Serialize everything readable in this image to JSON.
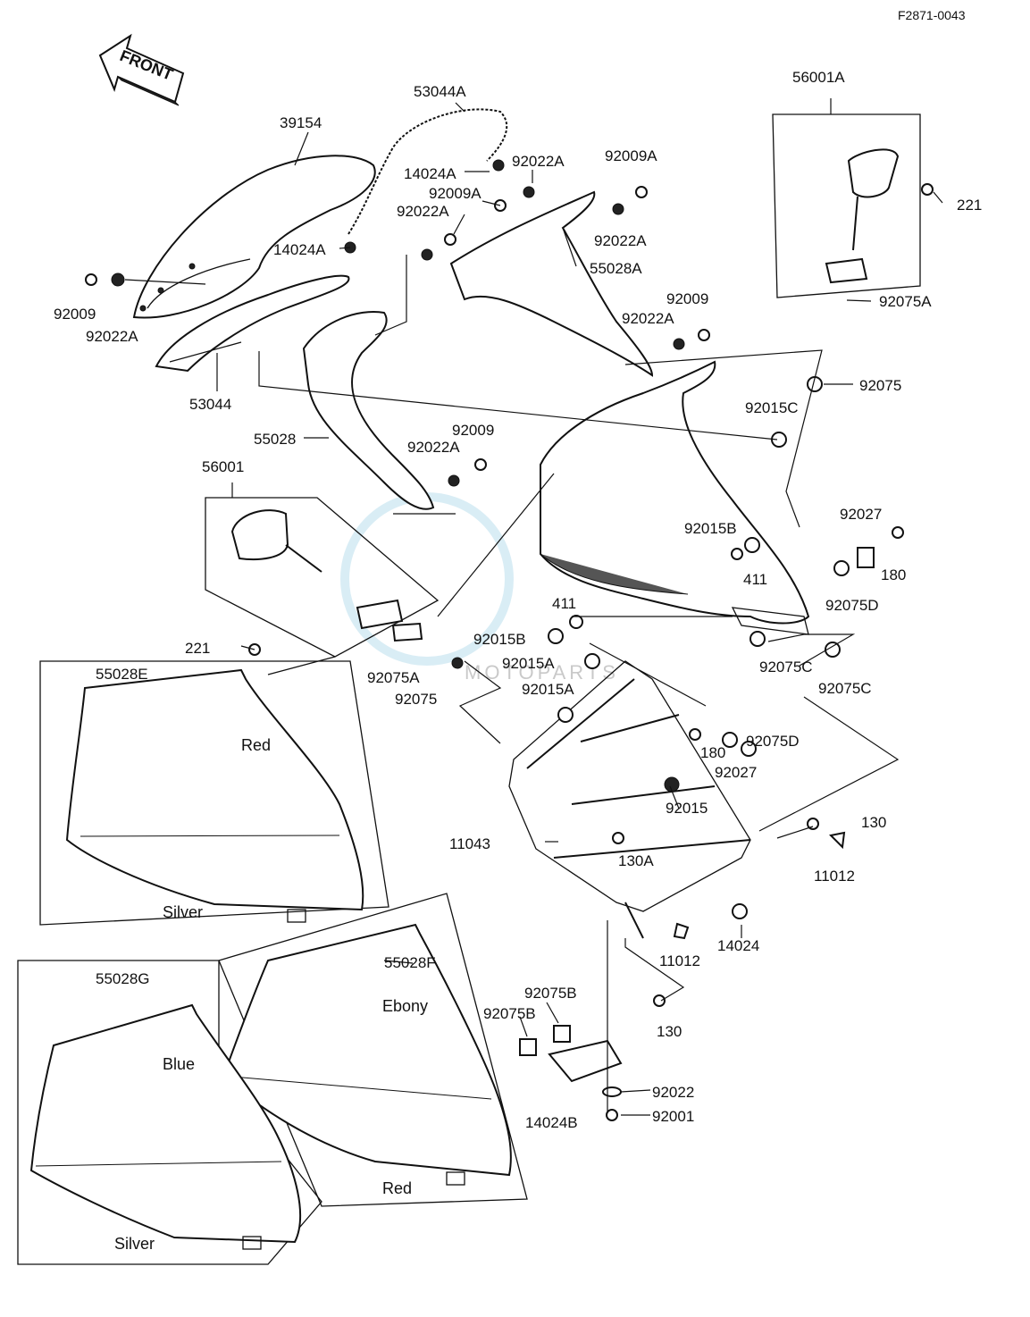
{
  "figure_code": "F2871-0043",
  "front_label": "FRONT",
  "watermark_text": "MOTOPARTS",
  "part_labels": [
    "53044A",
    "39154",
    "14024A",
    "92022A",
    "92009A",
    "92022A",
    "92009A",
    "92022A",
    "14024A",
    "92009",
    "92022A",
    "53044",
    "55028A",
    "92009",
    "92022A",
    "55028",
    "92022A",
    "92009",
    "56001A",
    "221",
    "92075A",
    "92075",
    "92015C",
    "92027",
    "92015B",
    "411",
    "180",
    "92075D",
    "56001",
    "411",
    "92015B",
    "92015A",
    "92075C",
    "221",
    "92075A",
    "92075",
    "92015A",
    "92075C",
    "55028E",
    "180",
    "92075D",
    "92027",
    "92015",
    "130",
    "11043",
    "130A",
    "11012",
    "14024",
    "11012",
    "55028F",
    "55028G",
    "92075B",
    "92075B",
    "130",
    "92022",
    "14024B",
    "92001"
  ],
  "color_labels": [
    "Red",
    "Silver",
    "Ebony",
    "Blue",
    "Red",
    "Silver"
  ]
}
